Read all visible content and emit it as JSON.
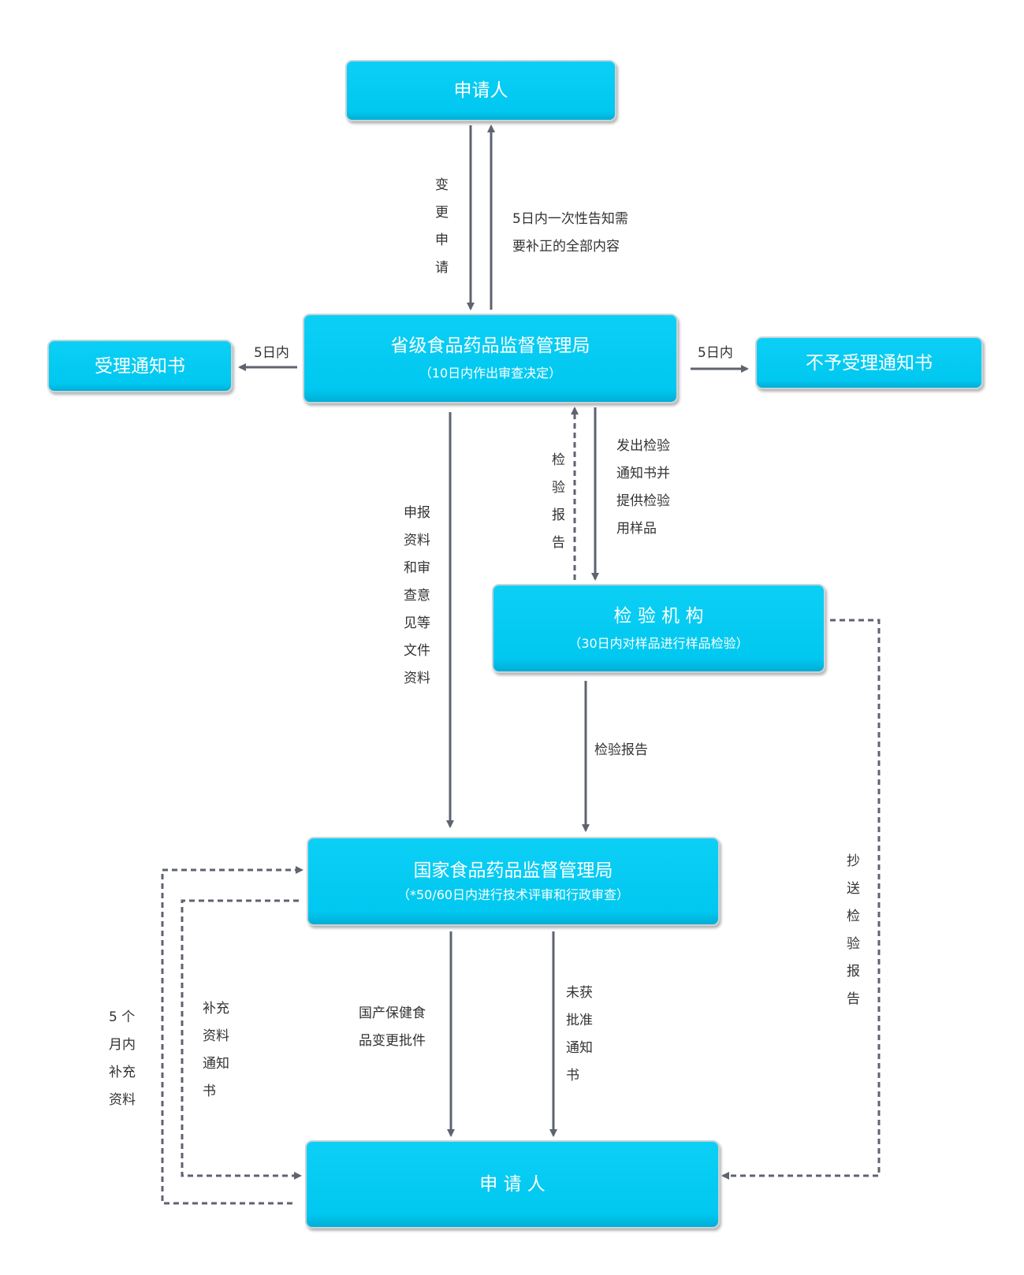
{
  "nodes": {
    "applicant_top": {
      "title": "申请人"
    },
    "provincial": {
      "title": "省级食品药品监督管理局",
      "subtitle": "（10日内作出审查决定）"
    },
    "accept_notice": {
      "title": "受理通知书"
    },
    "reject_notice": {
      "title": "不予受理通知书"
    },
    "inspection": {
      "title": "检 验 机 构",
      "subtitle": "（30日内对样品进行样品检验）"
    },
    "national": {
      "title": "国家食品药品监督管理局",
      "subtitle": "（*50/60日内进行技术评审和行政审查）"
    },
    "applicant_bottom": {
      "title": "申 请 人"
    }
  },
  "edges": {
    "change_request": [
      "变",
      "更",
      "申",
      "请"
    ],
    "notify_supplement": [
      "5日内一次性告知需",
      "要补正的全部内容"
    ],
    "accept_5days": "5日内",
    "reject_5days": "5日内",
    "submit_docs": [
      "申报",
      "资料",
      "和审",
      "查意",
      "见等",
      "文件",
      "资料"
    ],
    "inspection_report_up": [
      "检",
      "验",
      "报",
      "告"
    ],
    "send_notice_samples": [
      "发出检验",
      "通知书并",
      "提供检验",
      "用样品"
    ],
    "inspection_report_down": "检验报告",
    "cc_report": [
      "抄",
      "送",
      "检",
      "验",
      "报",
      "告"
    ],
    "approval": [
      "国产保健食",
      "品变更批件"
    ],
    "not_approved": [
      "未获",
      "批准",
      "通知",
      "书"
    ],
    "supplement_notice": [
      "补充",
      "资料",
      "通知",
      "书"
    ],
    "supplement_5months": [
      "5 个",
      "月内",
      "补充",
      "资料"
    ]
  },
  "colors": {
    "box": "#00c8f0",
    "arrow": "#5f6370",
    "text": "#333333"
  }
}
